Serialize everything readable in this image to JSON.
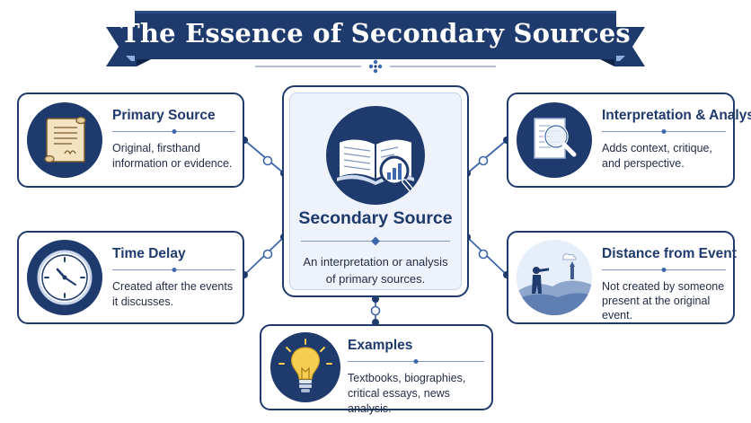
{
  "title": "The Essence of Secondary Sources",
  "center": {
    "icon": "open-book-magnifier-chart-icon",
    "title": "Secondary Source",
    "description": "An interpretation or analysis of primary sources."
  },
  "cards": {
    "primary_source": {
      "icon": "scroll-document-icon",
      "title": "Primary Source",
      "text": "Original, firsthand information or evidence."
    },
    "time_delay": {
      "icon": "clock-icon",
      "title": "Time Delay",
      "text": "Created after the events it discusses."
    },
    "interpretation_analysis": {
      "icon": "document-magnifier-icon",
      "title": "Interpretation & Analysis",
      "text": "Adds context, critique, and perspective."
    },
    "distance_from_event": {
      "icon": "observer-telescope-landscape-icon",
      "title": "Distance from Event",
      "text": "Not created by someone present at the original event."
    },
    "examples": {
      "icon": "lightbulb-icon",
      "title": "Examples",
      "text": "Textbooks, biographies, critical essays, news analysis."
    }
  },
  "colors": {
    "navy": "#1f3a6d",
    "accent_blue": "#3f67ad",
    "light_blue": "#eef3fb",
    "parchment": "#f3e3c0",
    "bulb_yellow": "#f6cf52"
  }
}
